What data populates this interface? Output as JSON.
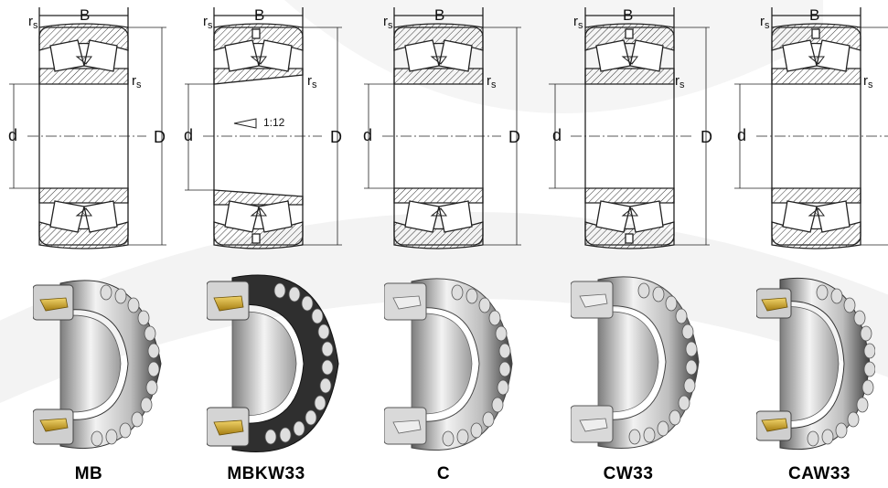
{
  "dimension_labels": {
    "width": "B",
    "bore": "d",
    "outer": "D",
    "radius_main": "r",
    "radius_sub": "s"
  },
  "taper_label": "1:12",
  "bearings": [
    {
      "name": "MB"
    },
    {
      "name": "MBKW33"
    },
    {
      "name": "C"
    },
    {
      "name": "CW33"
    },
    {
      "name": "CAW33"
    }
  ],
  "colors": {
    "hatch": "#333333",
    "roller_fill": "#ffffff",
    "steel_light": "#e9e9e9",
    "steel_dark": "#4a4a4a",
    "brass_cage": "#c9a227",
    "background_swoosh": "#f2f2f2"
  }
}
